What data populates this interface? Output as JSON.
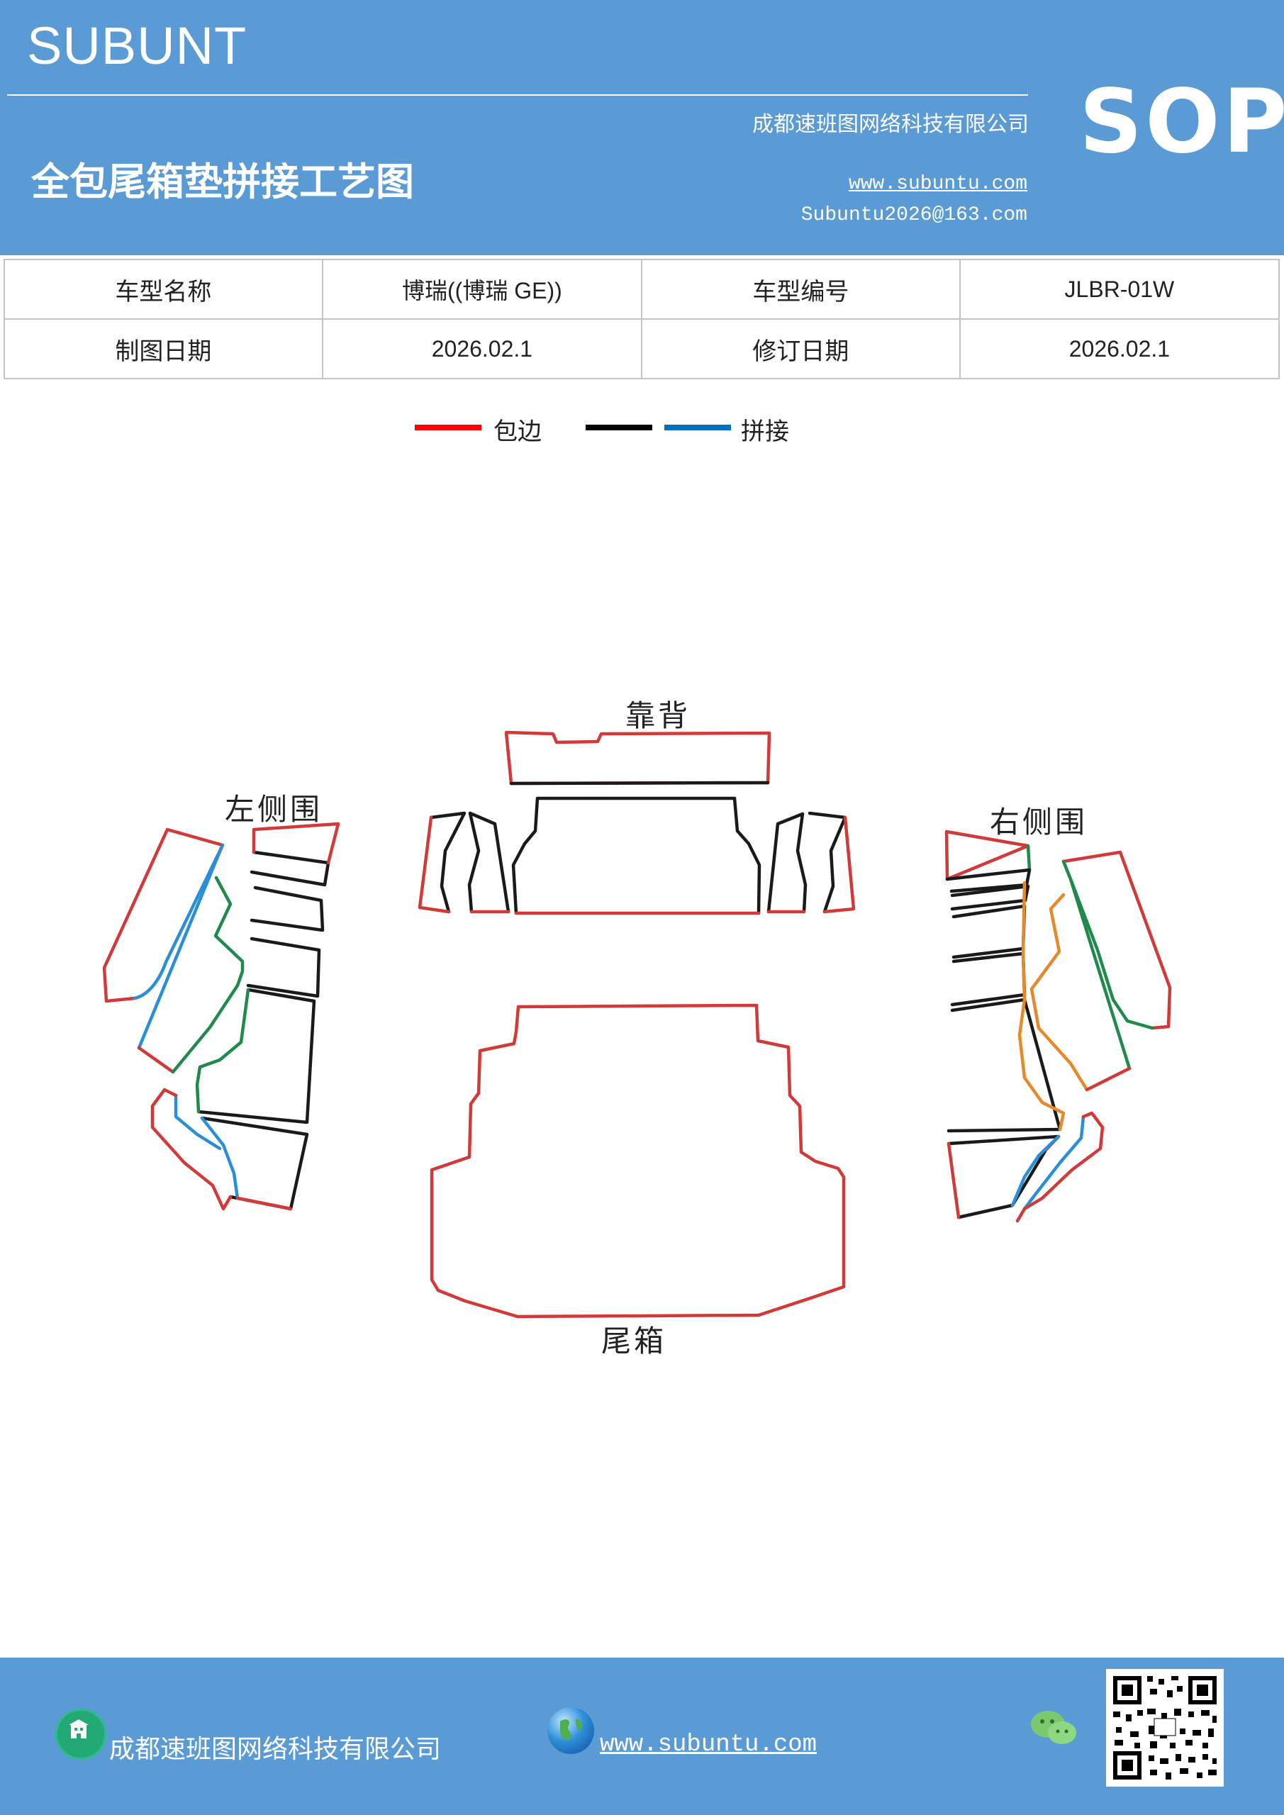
{
  "header": {
    "brand": "SUBUNT",
    "company": "成都速班图网络科技有限公司",
    "title": "全包尾箱垫拼接工艺图",
    "website": "www.subuntu.com",
    "email": "Subuntu2026@163.com",
    "badge": "SOP"
  },
  "info": {
    "model_name_label": "车型名称",
    "model_name": "博瑞((博瑞 GE))",
    "model_code_label": "车型编号",
    "model_code": "JLBR-01W",
    "draw_date_label": "制图日期",
    "draw_date": "2026.02.1",
    "revise_date_label": "修订日期",
    "revise_date": "2026.02.1"
  },
  "legend": {
    "edge_label": "包边",
    "splice_label": "拼接",
    "colors": {
      "edge": "#ff0000",
      "black": "#000000",
      "splice": "#0070c0"
    }
  },
  "parts": {
    "backrest": "靠背",
    "left_side": "左侧围",
    "right_side": "右侧围",
    "trunk": "尾箱"
  },
  "colors": {
    "red": "#d23a3a",
    "black": "#1a1a1a",
    "blue": "#2a8fd6",
    "green": "#1f8a4c",
    "orange": "#e5892a"
  },
  "footer": {
    "company": "成都速班图网络科技有限公司",
    "website": "www.subuntu.com",
    "icons": [
      "building-icon",
      "globe-icon",
      "wechat-icon",
      "qr-code"
    ]
  }
}
